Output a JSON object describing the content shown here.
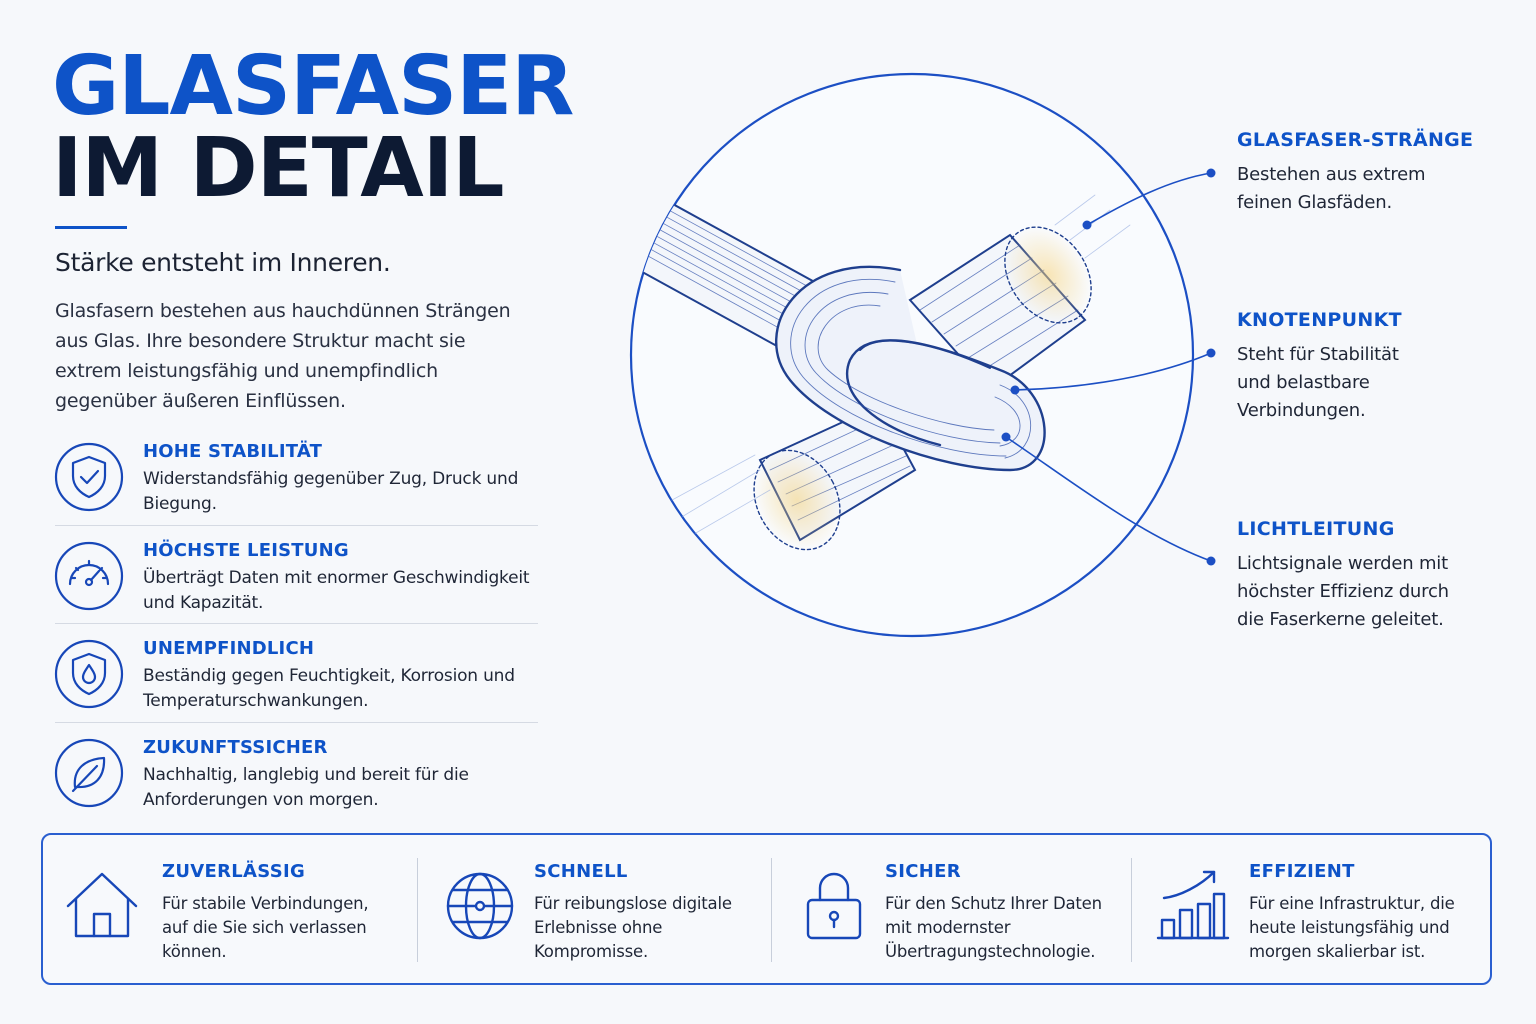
{
  "header": {
    "title_line1": "GLASFASER",
    "title_line2": "IM DETAIL",
    "subtitle": "Stärke entsteht im Inneren.",
    "intro": "Glasfasern bestehen aus hauchdünnen Strängen aus Glas. Ihre besondere Struktur macht sie extrem leistungsfähig und unempfindlich gegenüber äußeren Einflüssen."
  },
  "features": [
    {
      "icon": "shield-check-icon",
      "title": "HOHE STABILITÄT",
      "desc": "Widerstandsfähig gegenüber Zug, Druck und Biegung."
    },
    {
      "icon": "speedometer-icon",
      "title": "HÖCHSTE LEISTUNG",
      "desc": "Überträgt Daten mit enormer Geschwindigkeit und Kapazität."
    },
    {
      "icon": "shield-drop-icon",
      "title": "UNEMPFINDLICH",
      "desc": "Beständig gegen Feuchtigkeit, Korrosion und Temperaturschwankungen."
    },
    {
      "icon": "leaf-icon",
      "title": "ZUKUNFTSSICHER",
      "desc": "Nachhaltig, langlebig und bereit für die Anforderungen von morgen."
    }
  ],
  "callouts": [
    {
      "title": "GLASFASER-STRÄNGE",
      "desc": "Bestehen aus extrem feinen Glasfäden."
    },
    {
      "title": "KNOTENPUNKT",
      "desc": "Steht für Stabilität und belastbare Verbindungen."
    },
    {
      "title": "LICHTLEITUNG",
      "desc": "Lichtsignale werden mit höchster Effizienz durch die Faserkerne geleitet."
    }
  ],
  "benefits": [
    {
      "icon": "house-icon",
      "title": "ZUVERLÄSSIG",
      "desc": "Für stabile Verbindungen, auf die Sie sich verlassen können."
    },
    {
      "icon": "globe-icon",
      "title": "SCHNELL",
      "desc": "Für reibungslose digitale Erlebnisse ohne Kompromisse."
    },
    {
      "icon": "lock-icon",
      "title": "SICHER",
      "desc": "Für den Schutz Ihrer Daten mit modernster Übertragungstechnologie."
    },
    {
      "icon": "growth-chart-icon",
      "title": "EFFIZIENT",
      "desc": "Für eine Infrastruktur, die heute leistungsfähig und morgen skalierbar ist."
    }
  ],
  "colors": {
    "accent": "#0e53c8",
    "dark": "#0d1a33",
    "line": "#1c4fc4",
    "glow": "#f2c14e"
  }
}
